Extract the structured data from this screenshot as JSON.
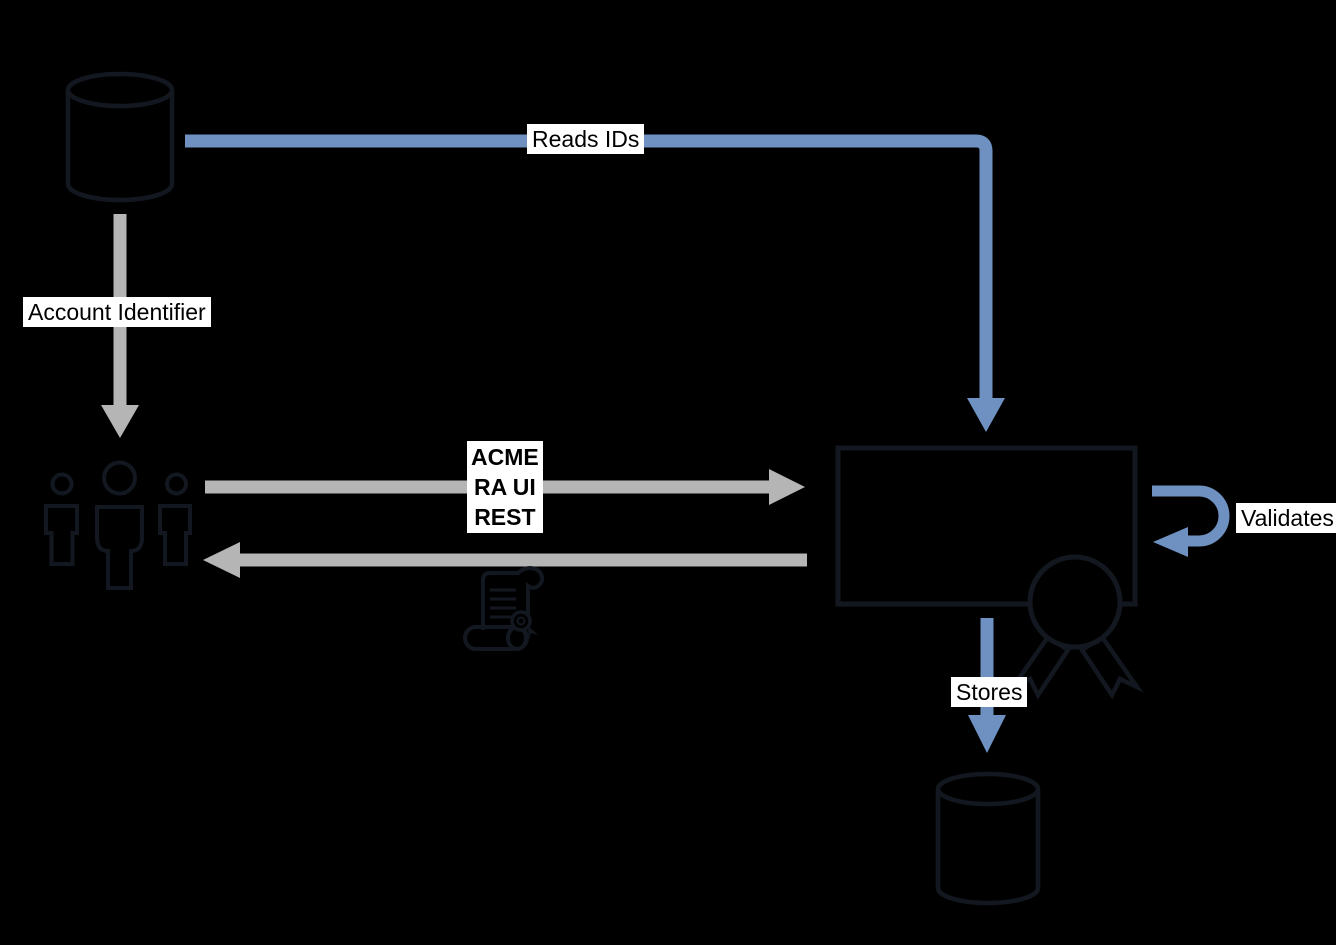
{
  "diagram": {
    "labels": {
      "reads_ids": "Reads IDs",
      "account_identifier": "Account Identifier",
      "acme_lines": [
        "ACME",
        "RA UI",
        "REST"
      ],
      "validates": "Validates",
      "stores": "Stores"
    },
    "colors": {
      "background": "#000000",
      "shape_outline": "#131820",
      "blue_arrow": "#6e91c2",
      "gray_arrow": "#b5b5b5",
      "label_background": "#ffffff",
      "label_text": "#000000"
    },
    "nodes": [
      {
        "name": "source-database-icon",
        "type": "database-cylinder"
      },
      {
        "name": "users-group-icon",
        "type": "three-people"
      },
      {
        "name": "certificate-scroll-icon",
        "type": "scroll-with-seal"
      },
      {
        "name": "ra-service-box",
        "type": "rectangle"
      },
      {
        "name": "award-ribbon-icon",
        "type": "rosette-with-ribbons"
      },
      {
        "name": "target-database-icon",
        "type": "database-cylinder"
      }
    ],
    "arrows": [
      {
        "name": "reads-ids-arrow",
        "color": "blue",
        "from": "source-database-icon",
        "to": "ra-service-box",
        "label": "Reads IDs"
      },
      {
        "name": "account-identifier-arrow",
        "color": "gray",
        "from": "source-database-icon",
        "to": "users-group-icon",
        "label": "Account Identifier"
      },
      {
        "name": "acme-request-arrow",
        "color": "gray",
        "from": "users-group-icon",
        "to": "ra-service-box",
        "label": "ACME RA UI REST"
      },
      {
        "name": "response-arrow",
        "color": "gray",
        "from": "ra-service-box",
        "to": "users-group-icon",
        "label": ""
      },
      {
        "name": "validates-loop-arrow",
        "color": "blue",
        "from": "ra-service-box",
        "to": "ra-service-box",
        "label": "Validates"
      },
      {
        "name": "stores-arrow",
        "color": "blue",
        "from": "ra-service-box",
        "to": "target-database-icon",
        "label": "Stores"
      }
    ]
  }
}
